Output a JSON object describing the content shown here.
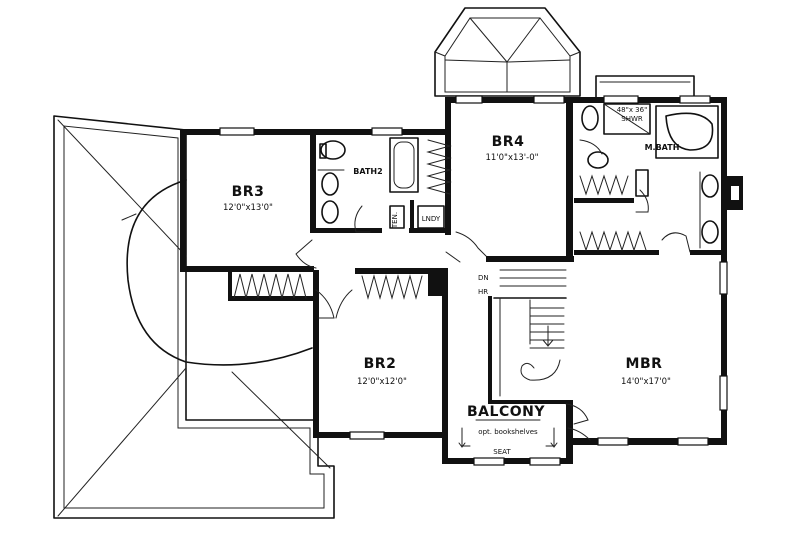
{
  "rooms": {
    "br3": {
      "label": "BR3",
      "size": "12'0\"x13'0\""
    },
    "br4": {
      "label": "BR4",
      "size": "11'0\"x13'-0\""
    },
    "br2": {
      "label": "BR2",
      "size": "12'0\"x12'0\""
    },
    "mbr": {
      "label": "MBR",
      "size": "14'0\"x17'0\""
    },
    "mbath": {
      "label": "M.BATH"
    },
    "bath2": {
      "label": "BATH2"
    },
    "lndy": {
      "label": "LNDY"
    },
    "ten": {
      "label": "TEN."
    }
  },
  "balcony": {
    "label": "BALCONY",
    "note": "opt. bookshelves",
    "seat": "SEAT"
  },
  "stair": {
    "dn": "DN",
    "hr": "HR"
  },
  "shower": {
    "label": "48\"x 36\"",
    "sub": "SHWR"
  }
}
